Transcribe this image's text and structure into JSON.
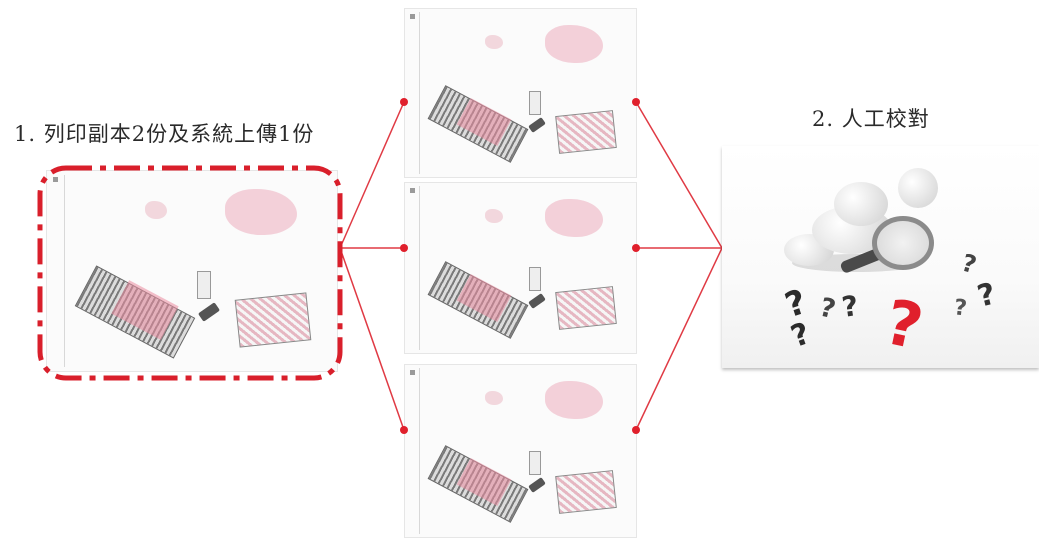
{
  "steps": {
    "step1_label": "1. 列印副本2份及系統上傳1份",
    "step2_label": "2. 人工校對"
  },
  "colors": {
    "accent": "#e0202c",
    "connector": "#e03a44",
    "text": "#2a2a2a"
  },
  "icons": {
    "question": "?"
  },
  "copies": [
    "copy-1",
    "copy-2",
    "copy-3"
  ]
}
